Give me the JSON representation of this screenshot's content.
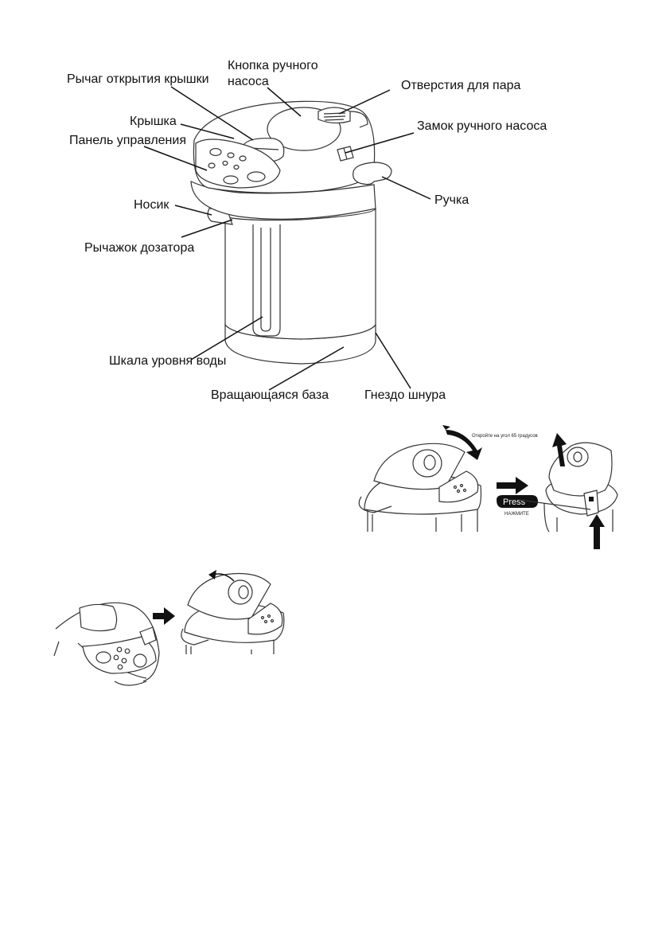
{
  "diagram": {
    "labels": {
      "lid_release_lever": "Рычаг открытия крышки",
      "manual_pump_button_l1": "Кнопка ручного",
      "manual_pump_button_l2": "насоса",
      "steam_vents": "Отверстия для пара",
      "lid": "Крышка",
      "manual_pump_lock": "Замок ручного насоса",
      "control_panel": "Панель управления",
      "handle": "Ручка",
      "spout": "Носик",
      "dispense_lever": "Рычажок дозатора",
      "water_level_gauge": "Шкала уровня воды",
      "rotating_base": "Вращающаяся база",
      "cord_socket": "Гнездо шнура"
    },
    "lid_removal": {
      "open_angle_note": "Откройте на угол 65 градусов",
      "press_label": "Press",
      "press_caption": "НАЖМИТЕ"
    }
  }
}
